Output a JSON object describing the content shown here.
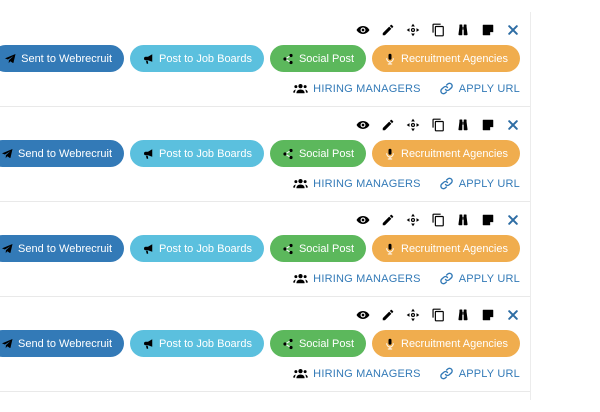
{
  "colors": {
    "action_icon_blue": "#2e6da4",
    "link_blue": "#337ab7",
    "divider_gray": "#e9e9e9",
    "button_webrecruit": "#337ab7",
    "button_job_boards": "#5bc0de",
    "button_social": "#5cb85c",
    "button_agencies": "#f0ad4e"
  },
  "icons": {
    "row_actions": [
      "eye-icon",
      "pencil-icon",
      "move-icon",
      "duplicate-icon",
      "binoculars-icon",
      "note-icon",
      "close-icon"
    ],
    "button_icons": [
      "paper-plane-icon",
      "bullhorn-icon",
      "share-icon",
      "microphone-icon"
    ],
    "link_icons": [
      "users-icon",
      "link-icon"
    ]
  },
  "rows": [
    {
      "buttons": [
        {
          "label": "Sent to Webrecruit"
        },
        {
          "label": "Post to Job Boards"
        },
        {
          "label": "Social Post"
        },
        {
          "label": "Recruitment Agencies"
        }
      ],
      "links": [
        {
          "label": "HIRING MANAGERS"
        },
        {
          "label": "APPLY URL"
        }
      ]
    },
    {
      "buttons": [
        {
          "label": "Send to Webrecruit"
        },
        {
          "label": "Post to Job Boards"
        },
        {
          "label": "Social Post"
        },
        {
          "label": "Recruitment Agencies"
        }
      ],
      "links": [
        {
          "label": "HIRING MANAGERS"
        },
        {
          "label": "APPLY URL"
        }
      ]
    },
    {
      "buttons": [
        {
          "label": "Send to Webrecruit"
        },
        {
          "label": "Post to Job Boards"
        },
        {
          "label": "Social Post"
        },
        {
          "label": "Recruitment Agencies"
        }
      ],
      "links": [
        {
          "label": "HIRING MANAGERS"
        },
        {
          "label": "APPLY URL"
        }
      ]
    },
    {
      "buttons": [
        {
          "label": "Send to Webrecruit"
        },
        {
          "label": "Post to Job Boards"
        },
        {
          "label": "Social Post"
        },
        {
          "label": "Recruitment Agencies"
        }
      ],
      "links": [
        {
          "label": "HIRING MANAGERS"
        },
        {
          "label": "APPLY URL"
        }
      ]
    }
  ]
}
